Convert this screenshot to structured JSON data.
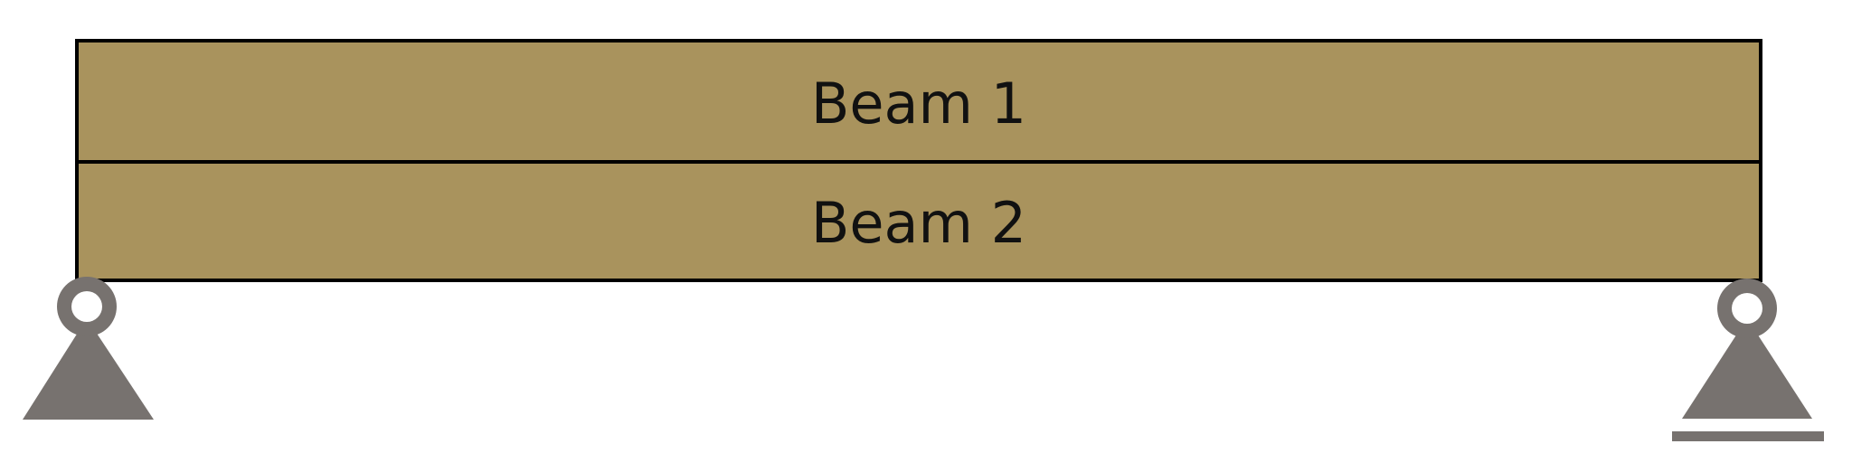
{
  "diagram": {
    "type": "simply-supported composite beam",
    "beams": [
      {
        "label": "Beam 1",
        "position": "top"
      },
      {
        "label": "Beam 2",
        "position": "bottom"
      }
    ],
    "supports": [
      {
        "type": "pin",
        "position": "left"
      },
      {
        "type": "roller",
        "position": "right"
      }
    ],
    "colors": {
      "beam_fill": "#a9935d",
      "beam_border": "#000000",
      "support_fill": "#77726f",
      "background": "#ffffff"
    }
  }
}
